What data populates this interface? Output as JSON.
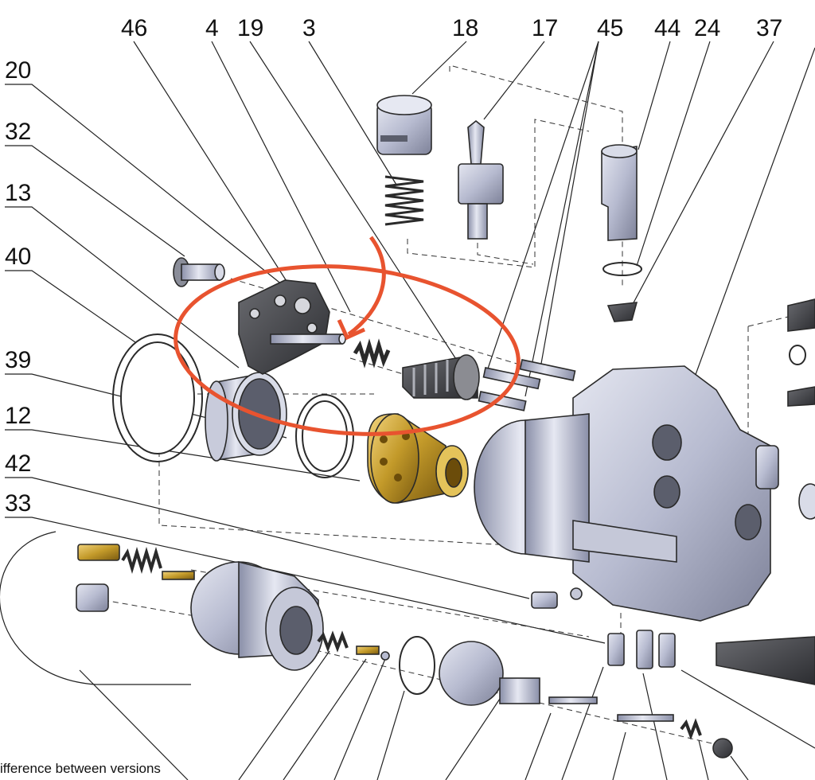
{
  "callouts_top": [
    "46",
    "4",
    "19",
    "3",
    "18",
    "17",
    "45",
    "44",
    "24",
    "37"
  ],
  "callouts_left": [
    "20",
    "32",
    "13",
    "40",
    "39",
    "12",
    "42",
    "33"
  ],
  "caption": "ifference between versions",
  "colors": {
    "highlight": "#e8532f",
    "steel": "#b7bbd0",
    "steel_dark": "#8a8fa8",
    "dark_part": "#3b3c40",
    "brass": "#c39a2a",
    "line": "#222222"
  }
}
